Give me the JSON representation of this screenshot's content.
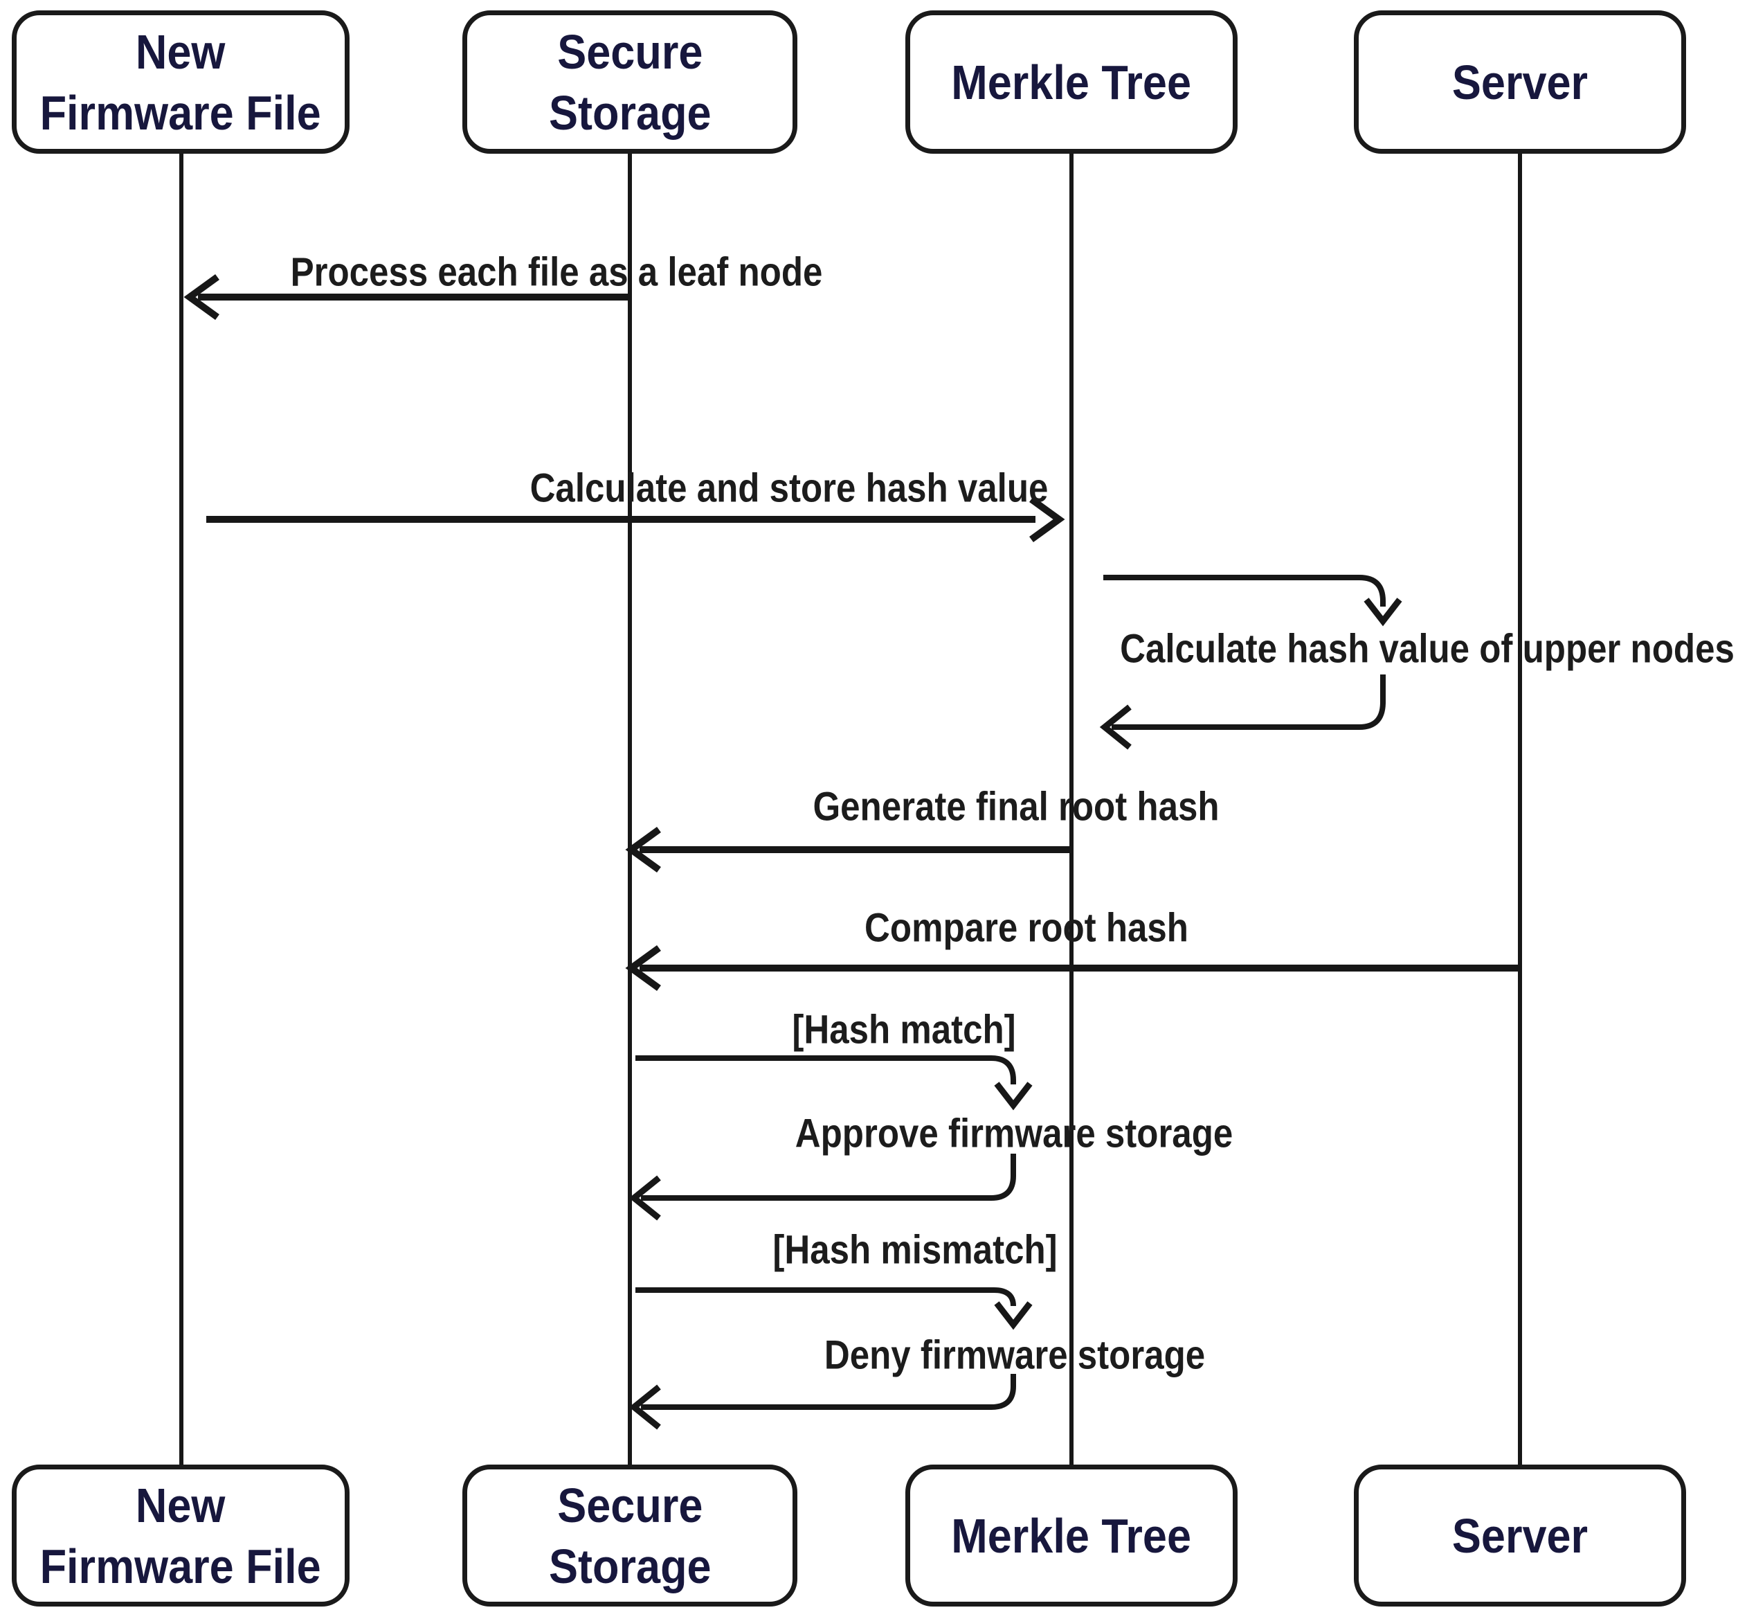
{
  "diagram": {
    "type": "sequence-diagram",
    "participants": [
      {
        "name": "New Firmware File",
        "label": "New\nFirmware File"
      },
      {
        "name": "Secure Storage",
        "label": "Secure\nStorage"
      },
      {
        "name": "Merkle Tree",
        "label": "Merkle Tree"
      },
      {
        "name": "Server",
        "label": "Server"
      }
    ],
    "messages": [
      {
        "label": "Process each file as a leaf node",
        "from": "Secure Storage",
        "to": "New Firmware File",
        "kind": "arrow-left"
      },
      {
        "label": "Calculate and store hash value",
        "from": "New Firmware File",
        "to": "Merkle Tree",
        "kind": "arrow-right"
      },
      {
        "label": "Calculate hash value of upper nodes",
        "from": "Merkle Tree",
        "to": "Merkle Tree",
        "kind": "self-loop"
      },
      {
        "label": "Generate final root hash",
        "from": "Merkle Tree",
        "to": "Secure Storage",
        "kind": "arrow-left"
      },
      {
        "label": "Compare root hash",
        "from": "Server",
        "to": "Secure Storage",
        "kind": "arrow-left"
      },
      {
        "label": "[Hash match]",
        "from": "Secure Storage",
        "to": "Secure Storage",
        "kind": "guard"
      },
      {
        "label": "Approve firmware storage",
        "from": "Secure Storage",
        "to": "Secure Storage",
        "kind": "self-loop"
      },
      {
        "label": "[Hash mismatch]",
        "from": "Secure Storage",
        "to": "Secure Storage",
        "kind": "guard"
      },
      {
        "label": "Deny firmware storage",
        "from": "Secure Storage",
        "to": "Secure Storage",
        "kind": "self-loop"
      }
    ],
    "colors": {
      "background": "#ffffff",
      "participant_text": "#17173d",
      "participant_border": "#1a1a1a",
      "participant_fill": "#ffffff",
      "message_text": "#1c1c1c",
      "line": "#171717"
    }
  }
}
